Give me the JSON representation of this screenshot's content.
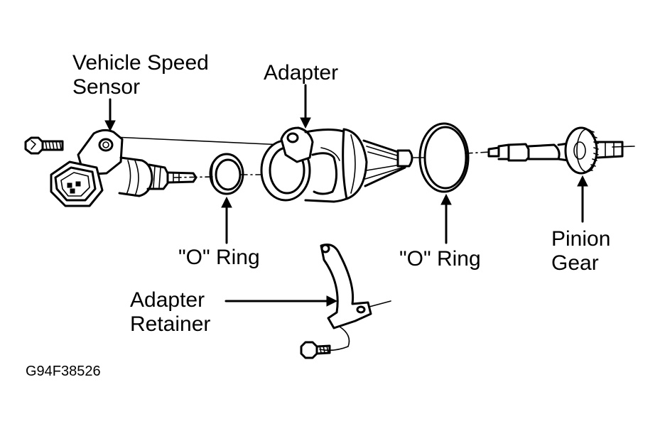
{
  "labels": {
    "vss_line1": "Vehicle Speed",
    "vss_line2": "Sensor",
    "adapter": "Adapter",
    "o_ring_left": "\"O\" Ring",
    "o_ring_right": "\"O\" Ring",
    "pinion_line1": "Pinion",
    "pinion_line2": "Gear",
    "retainer_line1": "Adapter",
    "retainer_line2": "Retainer",
    "figure_code": "G94F38526"
  }
}
